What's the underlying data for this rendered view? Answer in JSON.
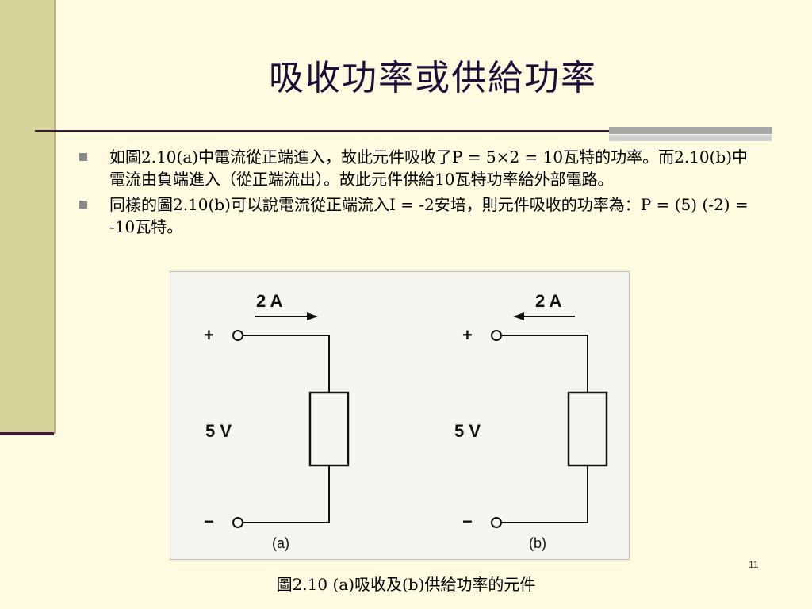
{
  "slide": {
    "title": "吸收功率或供給功率",
    "bullets": [
      "如圖2.10(a)中電流從正端進入，故此元件吸收了P = 5×2 = 10瓦特的功率。而2.10(b)中電流由負端進入（從正端流出）。故此元件供給10瓦特功率給外部電路。",
      "同樣的圖2.10(b)可以說電流從正端流入I = -2安培，則元件吸收的功率為：P = (5) (-2) = -10瓦特。"
    ],
    "caption": "圖2.10 (a)吸收及(b)供給功率的元件",
    "slide_number": "11"
  },
  "figure": {
    "a": {
      "current": "2 A",
      "plus": "+",
      "minus": "−",
      "voltage": "5 V",
      "label": "(a)"
    },
    "b": {
      "current": "2 A",
      "plus": "+",
      "minus": "−",
      "voltage": "5 V",
      "label": "(b)"
    }
  },
  "colors": {
    "background": "#fffbe0",
    "left_bar": "#d6d39a",
    "title_text": "#1e0f3a",
    "rule": "#3c1a3a"
  }
}
